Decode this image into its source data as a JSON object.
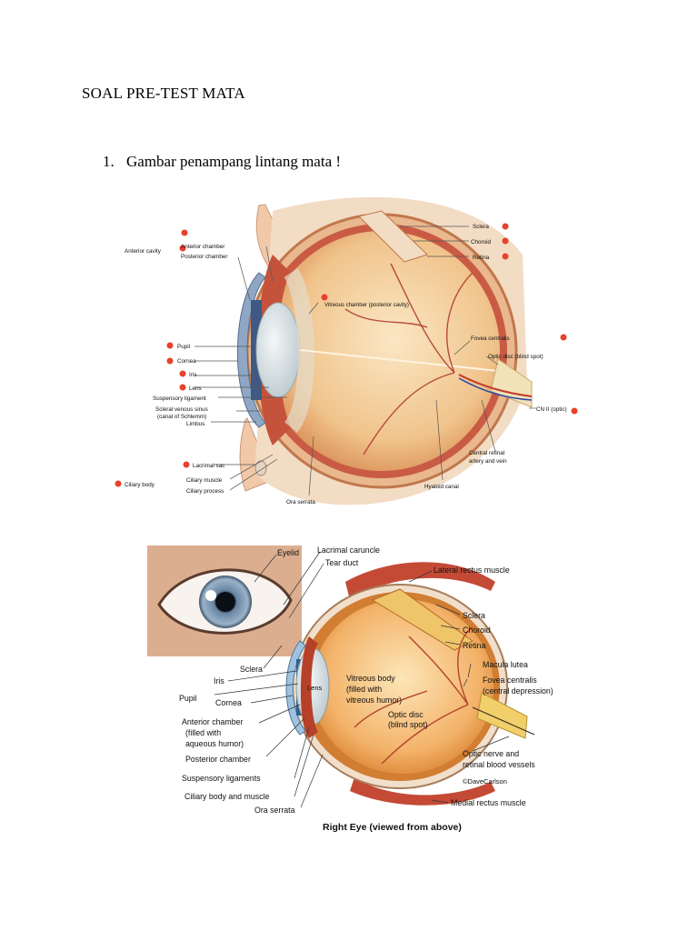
{
  "document": {
    "title": "SOAL PRE-TEST MATA",
    "question_number": "1.",
    "question_text": "Gambar penampang lintang mata !"
  },
  "figure1": {
    "labels": {
      "anterior_cavity": "Anterior cavity",
      "anterior_chamber": "Anterior chamber",
      "posterior_chamber": "Posterior chamber",
      "pupil": "Pupil",
      "cornea": "Cornea",
      "iris": "Iris",
      "lens": "Lens",
      "suspensory_ligament": "Suspensory ligament",
      "scleral_venous_sinus": "Scleral venous sinus",
      "canal_of_schlemm": "(canal of Schlemm)",
      "limbus": "Limbus",
      "lacrimal_sac": "Lacrimal sac",
      "ciliary_body": "Ciliary body",
      "ciliary_muscle": "Ciliary muscle",
      "ciliary_process": "Ciliary process",
      "ora_serrata": "Ora serrata",
      "hyaloid_canal": "Hyaloid canal",
      "central_retinal_1": "Central retinal",
      "central_retinal_2": "artery and vein",
      "cn_ii": "CN II (optic)",
      "optic_disc": "Optic disc (blind spot)",
      "fovea_centralis": "Fovea centralis",
      "vitreous_chamber": "Vitreous chamber (posterior cavity)",
      "sclera": "Sclera",
      "choroid": "Choroid",
      "retina": "Retina"
    },
    "marker_color": "#e8412c"
  },
  "figure2": {
    "caption": "Right Eye (viewed from above)",
    "credit": "©DaveCarlson",
    "labels": {
      "eyelid": "Eyelid",
      "lacrimal_caruncle": "Lacrimal caruncle",
      "tear_duct": "Tear duct",
      "lateral_rectus": "Lateral rectus muscle",
      "sclera_right": "Sclera",
      "choroid": "Choroid",
      "retina": "Retina",
      "macula_lutea": "Macula lutea",
      "fovea_1": "Fovea centralis",
      "fovea_2": "(central depression)",
      "optic_disc_1": "Optic disc",
      "optic_disc_2": "(blind spot)",
      "optic_nerve_1": "Optic nerve and",
      "optic_nerve_2": "retinal blood vessels",
      "medial_rectus": "Medial rectus muscle",
      "sclera_left": "Sclera",
      "iris": "Iris",
      "pupil": "Pupil",
      "cornea": "Cornea",
      "lens": "Lens",
      "vitreous_1": "Vitreous body",
      "vitreous_2": "(filled with",
      "vitreous_3": "vitreous humor)",
      "anterior_1": "Anterior chamber",
      "anterior_2": "(filled with",
      "anterior_3": "aqueous humor)",
      "posterior_chamber": "Posterior chamber",
      "suspensory": "Suspensory ligaments",
      "ciliary": "Ciliary body and muscle",
      "ora_serrata": "Ora serrata"
    }
  }
}
